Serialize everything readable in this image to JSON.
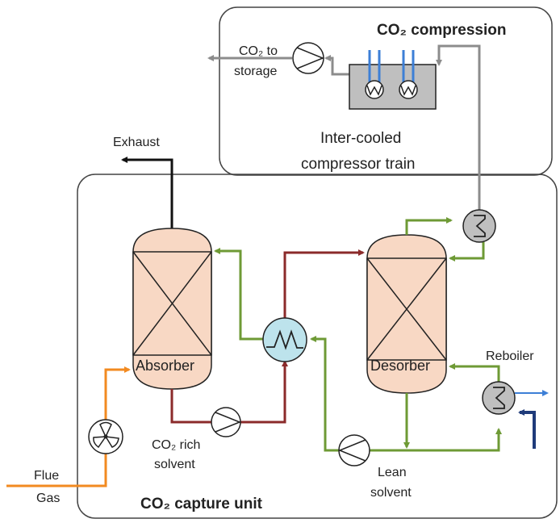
{
  "labels": {
    "compression_title": "CO₂ compression",
    "capture_title": "CO₂ capture unit",
    "co2_to_storage_line1": "CO₂ to",
    "co2_to_storage_line2": "storage",
    "compressor_line1": "Inter-cooled",
    "compressor_line2": "compressor train",
    "exhaust": "Exhaust",
    "absorber": "Absorber",
    "desorber": "Desorber",
    "reboiler": "Reboiler",
    "rich_solvent_line1": "CO₂ rich",
    "rich_solvent_line2": "solvent",
    "lean_solvent_line1": "Lean",
    "lean_solvent_line2": "solvent",
    "flue_gas_line1": "Flue",
    "flue_gas_line2": "Gas"
  },
  "colors": {
    "background": "#ffffff",
    "frame": "#444444",
    "column_fill": "#f8d8c4",
    "heat_exchanger_fill": "#bde3ec",
    "equipment_fill": "#bfbfbf",
    "co2_stream": "#8c8c8c",
    "exhaust_stream": "#111111",
    "rich_solvent_stream": "#8b2a2a",
    "lean_solvent_stream": "#6e9a35",
    "flue_gas_stream": "#f28a20",
    "cooling_water": "#3d7fd6",
    "steam_stream": "#1f3b7a"
  },
  "icons": [
    "pump-icon",
    "compressor-icon",
    "heat-exchanger-icon",
    "reboiler-icon",
    "fan-icon",
    "column-icon"
  ]
}
